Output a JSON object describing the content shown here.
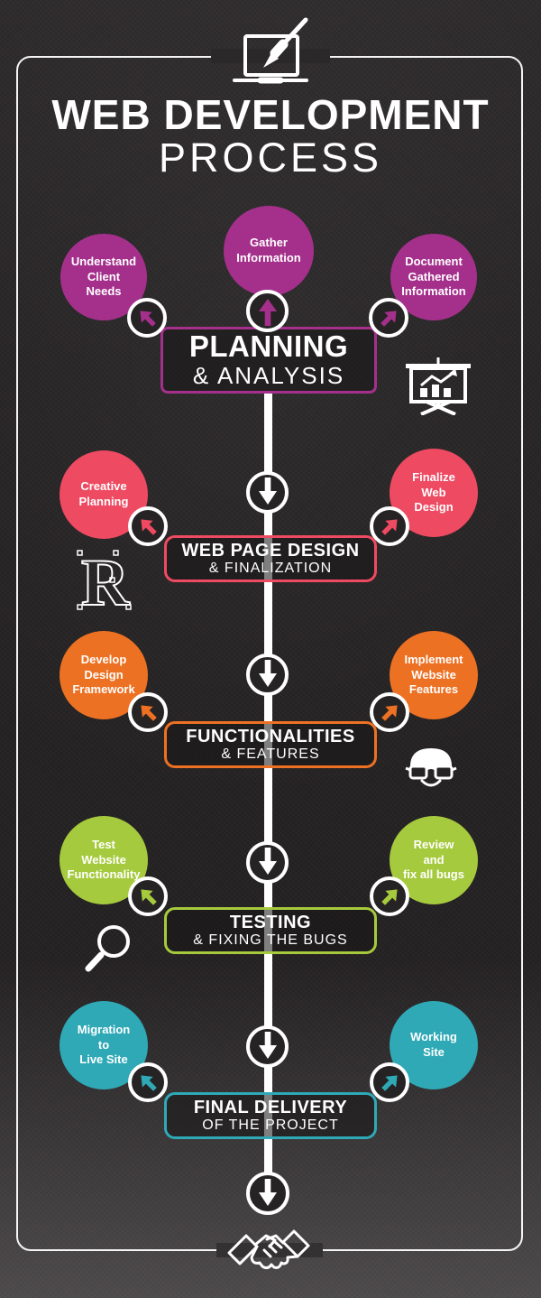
{
  "header": {
    "title_line1": "WEB DEVELOPMENT",
    "title_line2": "PROCESS",
    "top_icon": "laptop-paintbrush-icon"
  },
  "theme": {
    "background": "#242122",
    "frame_color": "#f5f5f5",
    "text_color": "#ffffff"
  },
  "sections": [
    {
      "id": "planning-analysis",
      "color": "#a5308c",
      "box": {
        "title": "PLANNING",
        "subtitle": "& ANALYSIS"
      },
      "circles": {
        "left": "Understand\nClient\nNeeds",
        "center": "Gather\nInformation",
        "right": "Document\nGathered\nInformation"
      },
      "side_icon": "presentation-chart-icon"
    },
    {
      "id": "web-page-design",
      "color": "#ee4a62",
      "box": {
        "title": "WEB PAGE DESIGN",
        "subtitle": "& FINALIZATION"
      },
      "circles": {
        "left": "Creative\nPlanning",
        "right": "Finalize\nWeb\nDesign"
      },
      "side_icon": "vector-letter-r-icon"
    },
    {
      "id": "functionalities-features",
      "color": "#ed7123",
      "box": {
        "title": "FUNCTIONALITIES",
        "subtitle": "& FEATURES"
      },
      "circles": {
        "left": "Develop\nDesign\nFramework",
        "right": "Implement\nWebsite\nFeatures"
      },
      "side_icon": "developer-glasses-icon"
    },
    {
      "id": "testing",
      "color": "#a6ca3d",
      "box": {
        "title": "TESTING",
        "subtitle": "& FIXING THE BUGS"
      },
      "circles": {
        "left": "Test\nWebsite\nFunctionality",
        "right": "Review\nand\nfix all bugs"
      },
      "side_icon": "magnifier-icon"
    },
    {
      "id": "final-delivery",
      "color": "#2fa9b6",
      "box": {
        "title": "FINAL DELIVERY",
        "subtitle": "OF THE PROJECT"
      },
      "circles": {
        "left": "Migration\nto\nLive Site",
        "right": "Working\nSite"
      },
      "side_icon": null
    }
  ],
  "footer": {
    "icon": "handshake-icon"
  }
}
